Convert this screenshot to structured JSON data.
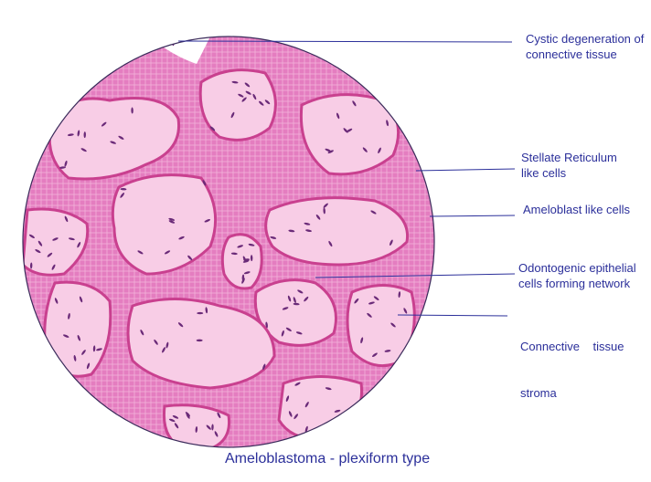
{
  "labels": [
    {
      "line1": "Cystic degeneration of",
      "line2": "connective tissue"
    },
    {
      "line1": "Stellate Reticulum",
      "line2": "like cells"
    },
    {
      "line1": "Ameloblast like cells",
      "line2": ""
    },
    {
      "line1": "Odontogenic epithelial",
      "line2": "cells forming network"
    },
    {
      "line1": "Connective    tissue",
      "line2": "stroma"
    }
  ],
  "caption": "Ameloblastoma - plexiform type",
  "colors": {
    "epithelium": "#e47dc0",
    "stroma": "#f8cde6",
    "nuclei": "#6a2a78",
    "text": "#2b2f9a"
  }
}
